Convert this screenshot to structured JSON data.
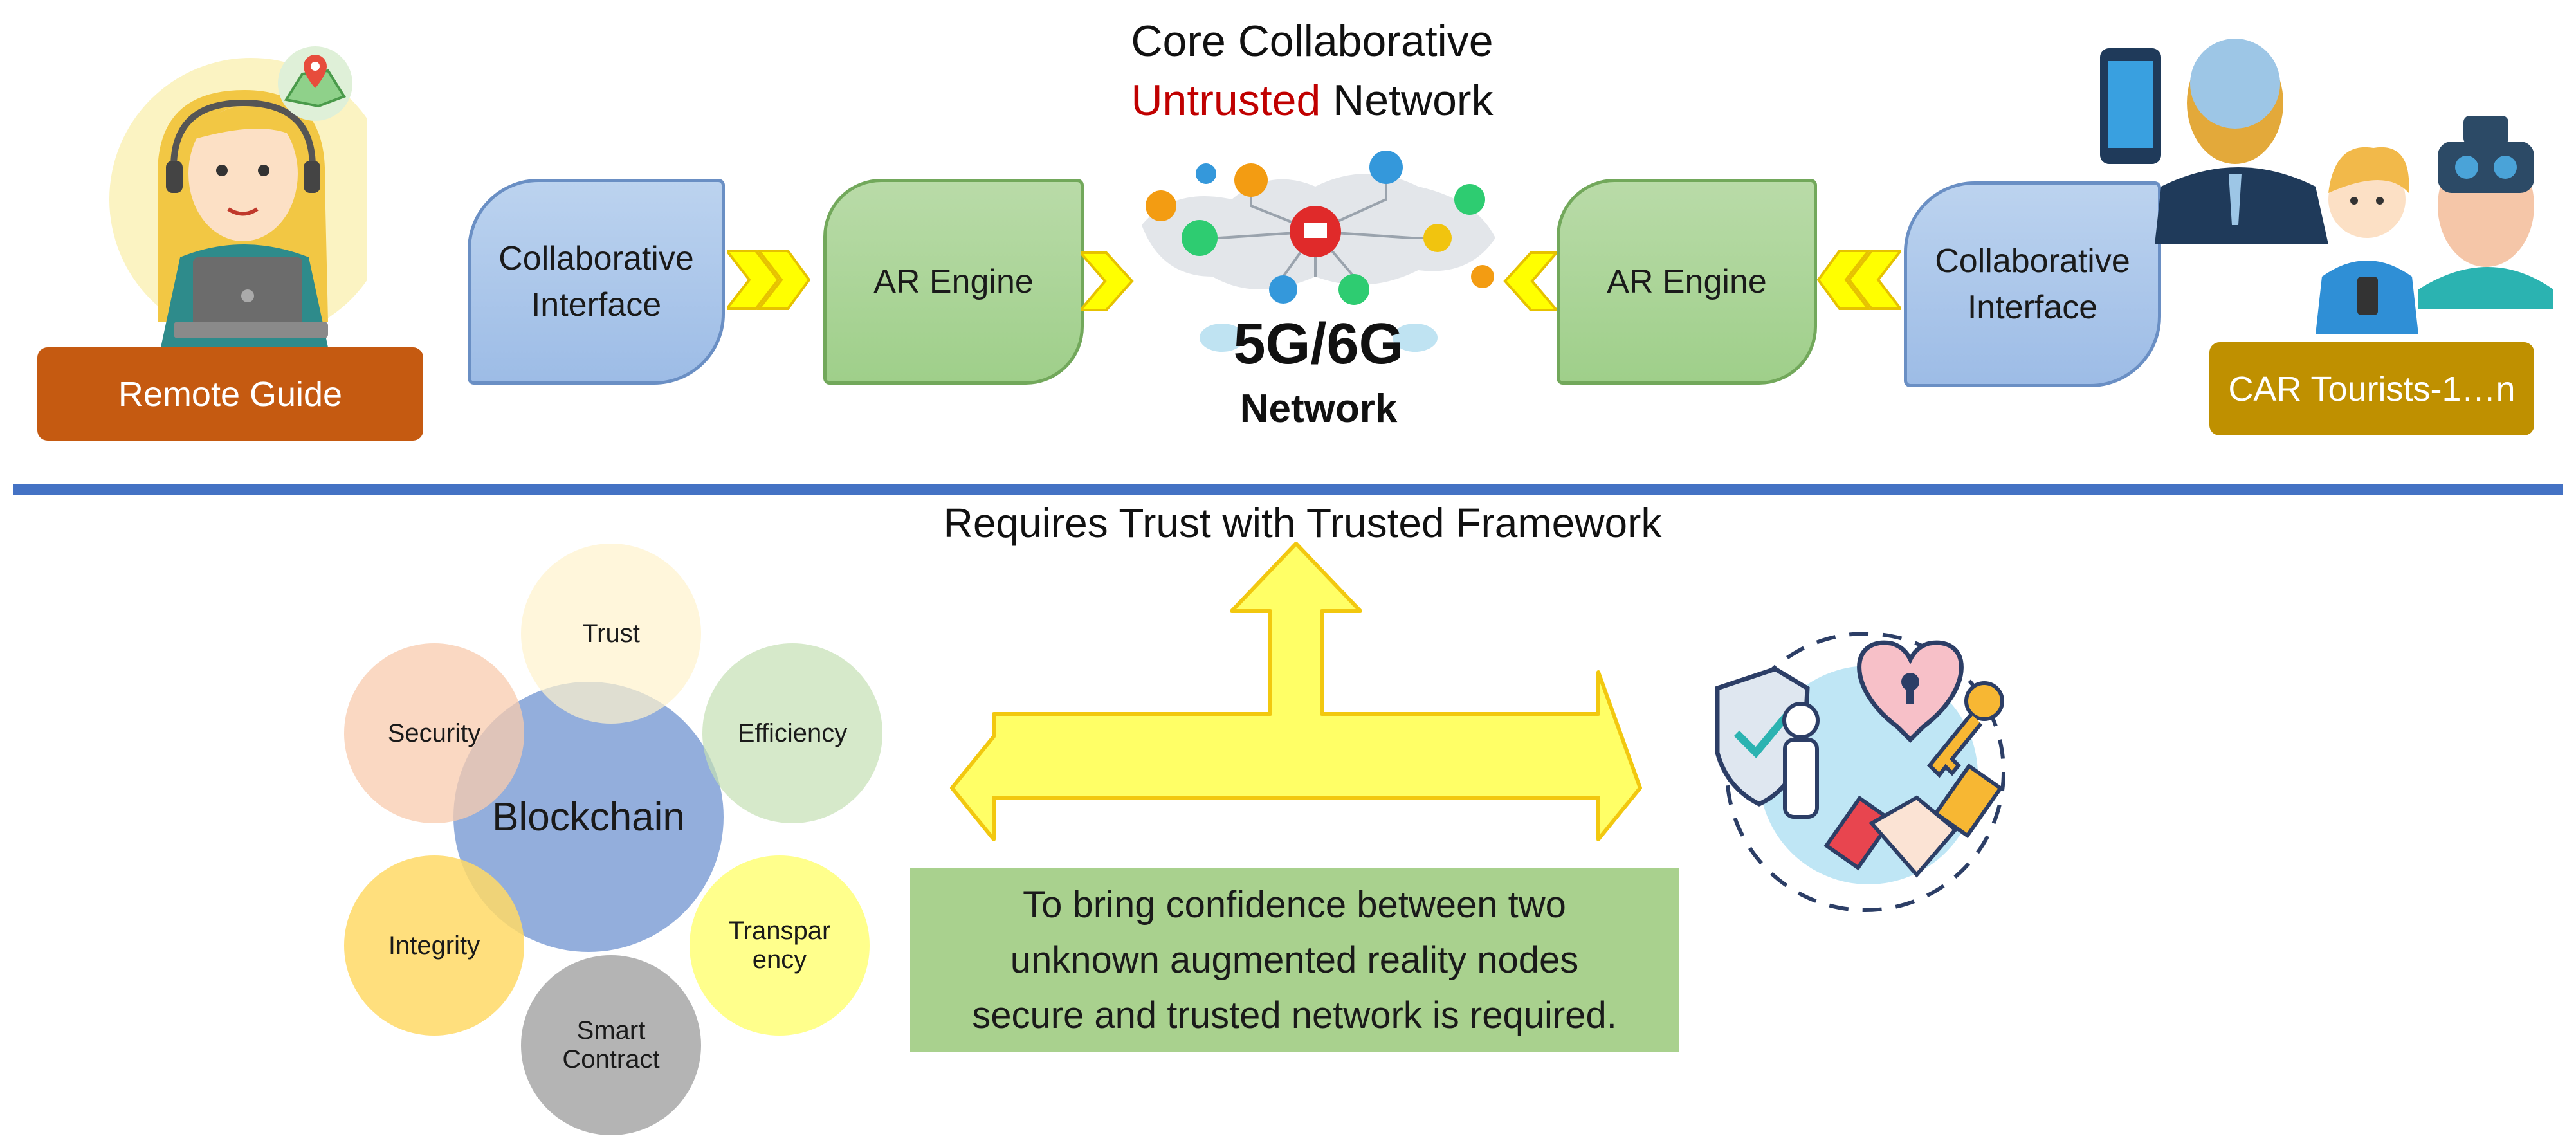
{
  "top": {
    "remote_guide_label": "Remote Guide",
    "left_interface": [
      "Collaborative",
      "Interface"
    ],
    "left_engine": "AR Engine",
    "core_title_line1": "Core Collaborative",
    "core_title_untrusted": "Untrusted",
    "core_title_network": " Network",
    "network_gen": "5G/6G",
    "network_word": "Network",
    "right_engine": "AR Engine",
    "right_interface": [
      "Collaborative",
      "Interface"
    ],
    "tourists_label": "CAR Tourists-1…n"
  },
  "bottom": {
    "trust_title": "Requires Trust with Trusted Framework",
    "hub": "Blockchain",
    "petals": {
      "trust": "Trust",
      "efficiency": "Efficiency",
      "transparency": [
        "Transpar",
        "ency"
      ],
      "smart_contract": [
        "Smart",
        "Contract"
      ],
      "integrity": "Integrity",
      "security": "Security"
    },
    "message": [
      "To bring confidence between two",
      "unknown augmented reality nodes",
      "secure and trusted network is required."
    ]
  },
  "colors": {
    "divider": "#4472c4",
    "remote_guide_bg": "#c55a11",
    "tourists_bg": "#bf9000",
    "untrusted_text": "#c00000",
    "arrow_fill": "#ffff66",
    "arrow_stroke": "#f2c80f",
    "message_bg": "#a9d18e"
  },
  "icons": [
    "support-agent-icon",
    "map-pin-icon",
    "chevron-arrow-icon",
    "world-map-icon",
    "cloud-icon",
    "phone-user-icon",
    "vr-headset-icon",
    "shield-user-icon",
    "heart-lock-icon",
    "key-icon",
    "handshake-icon"
  ]
}
